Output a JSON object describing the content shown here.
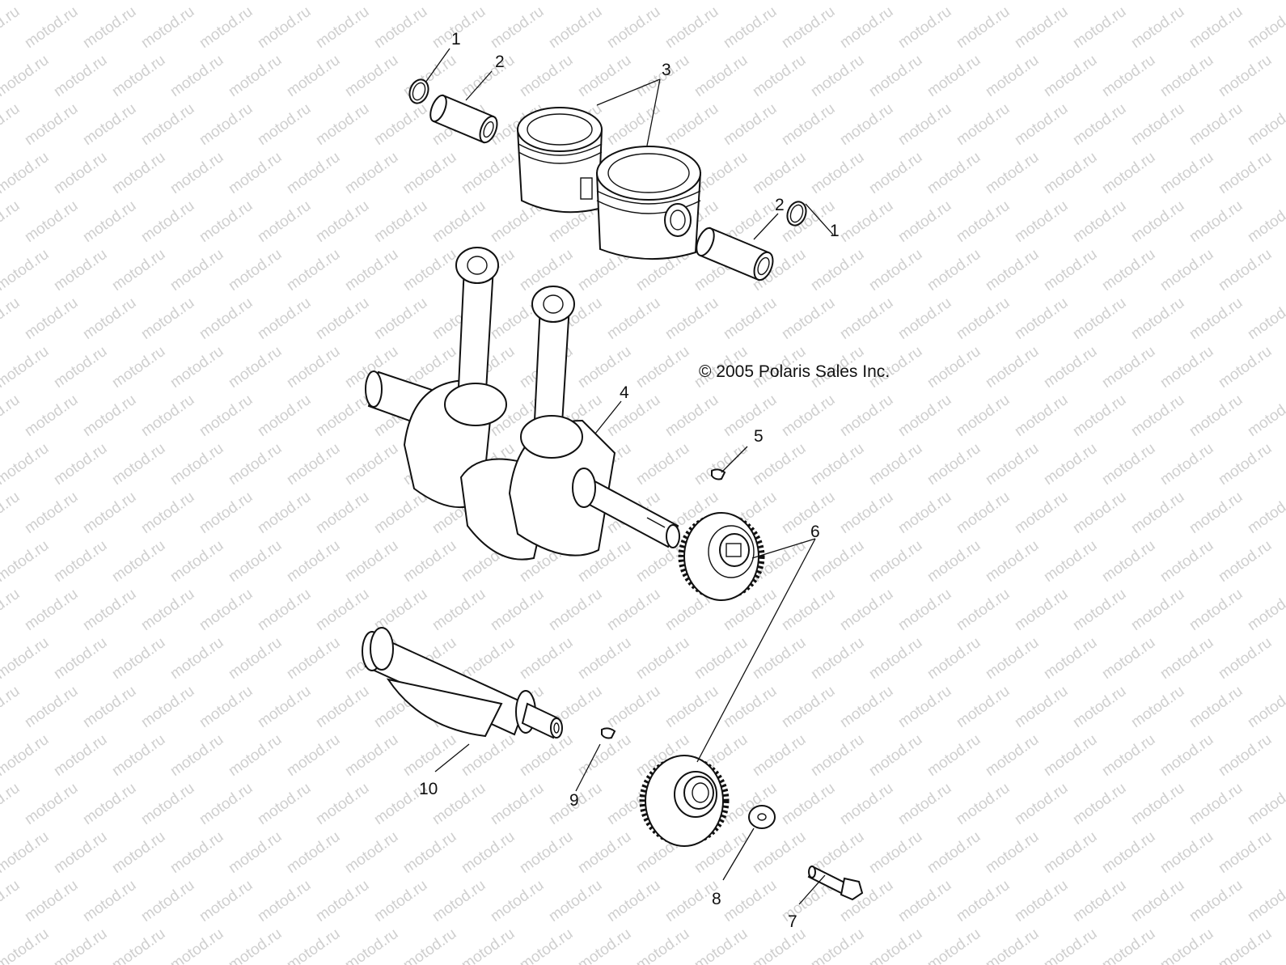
{
  "watermark": "motod.ru",
  "copyright": "© 2005 Polaris Sales Inc.",
  "callouts": [
    {
      "id": "c1a",
      "label": "1"
    },
    {
      "id": "c2a",
      "label": "2"
    },
    {
      "id": "c3",
      "label": "3"
    },
    {
      "id": "c2b",
      "label": "2"
    },
    {
      "id": "c1b",
      "label": "1"
    },
    {
      "id": "c4",
      "label": "4"
    },
    {
      "id": "c5",
      "label": "5"
    },
    {
      "id": "c6",
      "label": "6"
    },
    {
      "id": "c10",
      "label": "10"
    },
    {
      "id": "c9",
      "label": "9"
    },
    {
      "id": "c8",
      "label": "8"
    },
    {
      "id": "c7",
      "label": "7"
    }
  ],
  "parts": [
    {
      "callout": "1",
      "icon": "snap-ring-icon"
    },
    {
      "callout": "2",
      "icon": "piston-pin-icon"
    },
    {
      "callout": "3",
      "icon": "piston-icon"
    },
    {
      "callout": "4",
      "icon": "crankshaft-icon"
    },
    {
      "callout": "5",
      "icon": "woodruff-key-icon"
    },
    {
      "callout": "6",
      "icon": "gear-icon"
    },
    {
      "callout": "7",
      "icon": "bolt-icon"
    },
    {
      "callout": "8",
      "icon": "washer-icon"
    },
    {
      "callout": "9",
      "icon": "woodruff-key-icon"
    },
    {
      "callout": "10",
      "icon": "balance-shaft-icon"
    }
  ]
}
